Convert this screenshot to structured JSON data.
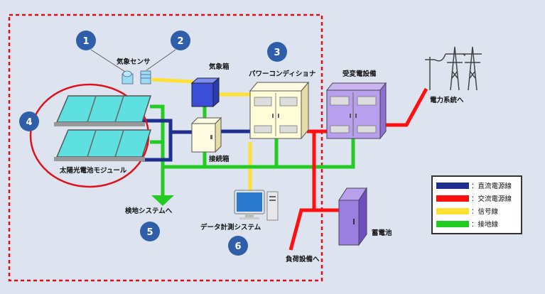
{
  "labels": {
    "weather_sensor": "気象センサ",
    "weather_box": "気象箱",
    "power_conditioner": "パワーコンディショナ",
    "substation": "受変電設備",
    "grid": "電力系統へ",
    "junction_box": "接続箱",
    "solar_module": "太陽光電池モジュール",
    "ground_system": "検地システムへ",
    "data_system": "データ計測システム",
    "battery": "蓄電池",
    "load": "負荷設備へ"
  },
  "badges": [
    "1",
    "2",
    "3",
    "4",
    "5",
    "6"
  ],
  "legend": [
    {
      "label": "：直流電源線",
      "color": "#1e2f8f"
    },
    {
      "label": "：交流電源線",
      "color": "#ff1010"
    },
    {
      "label": "：信号線",
      "color": "#ffe033"
    },
    {
      "label": "：接地線",
      "color": "#22cc22"
    }
  ],
  "colors": {
    "dc": "#1e2f8f",
    "ac": "#ff1010",
    "signal": "#ffe033",
    "ground": "#22cc22",
    "badge": "#2f5fa8",
    "boundary": "#e0101a"
  }
}
